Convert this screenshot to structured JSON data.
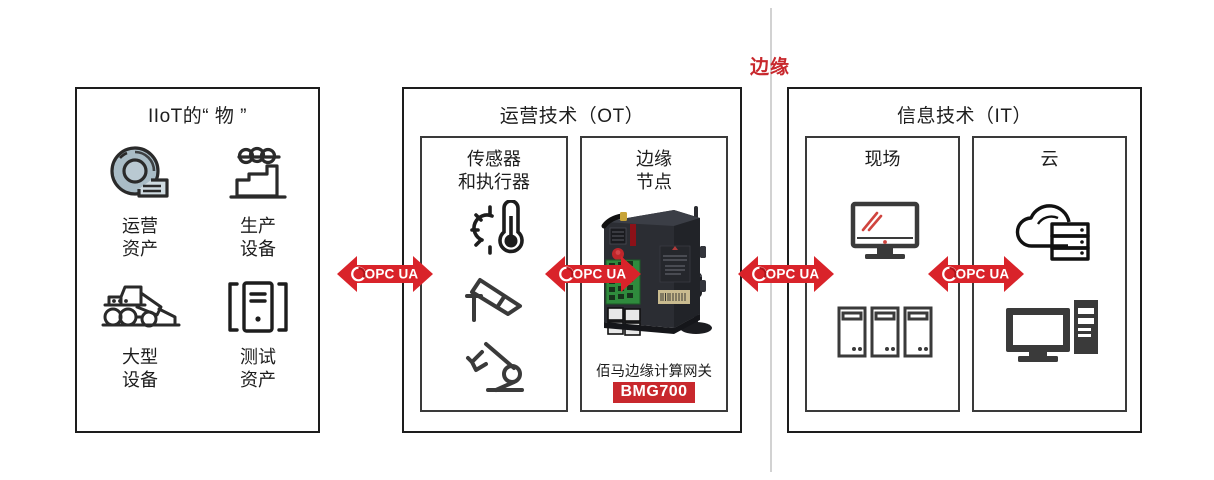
{
  "diagram": {
    "edge_marker": "边缘",
    "edge_marker_color": "#c8282d",
    "connector_label": "OPC UA",
    "connector_color": "#d9232a"
  },
  "panels": {
    "iiot": {
      "title": "IIoT的“ 物 ”",
      "cells": [
        {
          "label": "运营\n资产",
          "icon": "blower-icon"
        },
        {
          "label": "生产\n设备",
          "icon": "factory-icon"
        },
        {
          "label": "大型\n设备",
          "icon": "heavy-equipment-icon"
        },
        {
          "label": "测试\n资产",
          "icon": "test-asset-icon"
        }
      ]
    },
    "ot": {
      "title": "运营技术（OT）",
      "boxes": [
        {
          "title": "传感器\n和执行器",
          "icons": [
            "temperature-sensor-icon",
            "camera-icon",
            "robot-arm-icon"
          ]
        },
        {
          "title": "边缘\n节点",
          "device_name": "佰马边缘计算网关",
          "device_model": "BMG700",
          "device_icon": "edge-gateway-device"
        }
      ]
    },
    "it": {
      "title": "信息技术（IT）",
      "boxes": [
        {
          "title": "现场",
          "icons": [
            "monitor-icon",
            "server-towers-icon"
          ]
        },
        {
          "title": "云",
          "icons": [
            "cloud-server-icon",
            "workstation-icon"
          ]
        }
      ]
    }
  }
}
